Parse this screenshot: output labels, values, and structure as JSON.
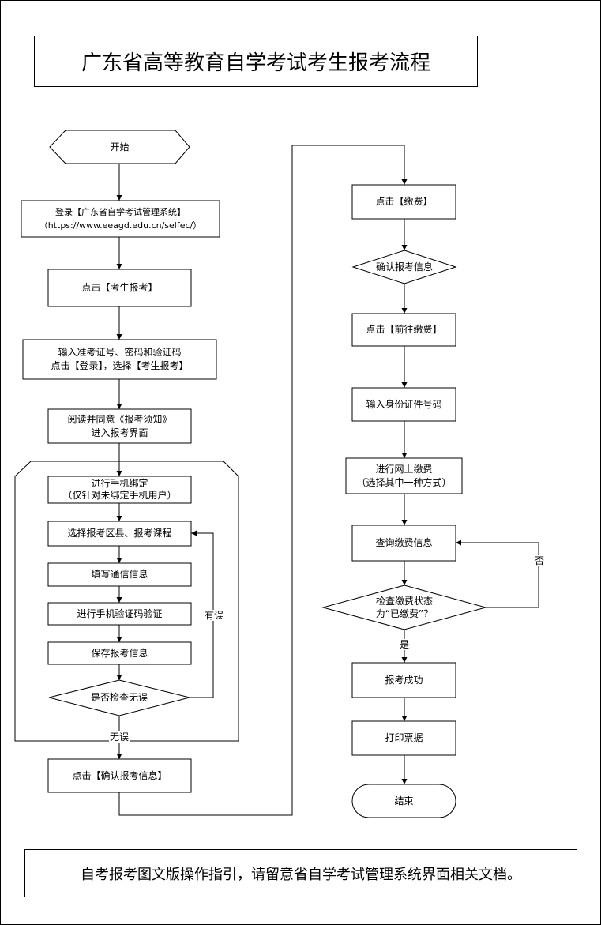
{
  "title": "广东省高等教育自学考试考生报考流程",
  "footer_note": "自考报考图文版操作指引，请留意省自学考试管理系统界面相关文档。",
  "nodes": {
    "start": [
      "开始"
    ],
    "login": [
      "登录【广东省自学考试管理系统】",
      "（https://www.eeagd.edu.cn/selfec/）"
    ],
    "click_exam": [
      "点击【考生报考】"
    ],
    "input_credentials": [
      "输入准考证号、密码和验证码",
      "点击【登录】，选择【考生报考】"
    ],
    "read_agree": [
      "阅读并同意《报考须知》",
      "进入报考界面"
    ],
    "bind_phone": [
      "进行手机绑定",
      "（仅针对未绑定手机用户）"
    ],
    "select_courses": [
      "选择报考区县、报考课程"
    ],
    "fill_contact": [
      "填写通信信息"
    ],
    "sms_verify": [
      "进行手机验证码验证"
    ],
    "save_info": [
      "保存报考信息"
    ],
    "check_correct": [
      "是否检查无误"
    ],
    "confirm_info": [
      "点击【确认报考信息】"
    ],
    "click_pay": [
      "点击【缴费】"
    ],
    "confirm_exam_info": [
      "确认报考信息"
    ],
    "go_pay": [
      "点击【前往缴费】"
    ],
    "input_id": [
      "输入身份证件号码"
    ],
    "online_pay": [
      "进行网上缴费",
      "（选择其中一种方式）"
    ],
    "query_pay": [
      "查询缴费信息"
    ],
    "check_pay_status": [
      "检查缴费状态",
      "为“已缴费”？"
    ],
    "success": [
      "报考成功"
    ],
    "print_receipt": [
      "打印票据"
    ],
    "end": [
      "结束"
    ]
  },
  "edge_labels": {
    "has_error": "有误",
    "no_error": "无误",
    "no": "否",
    "yes": "是"
  }
}
